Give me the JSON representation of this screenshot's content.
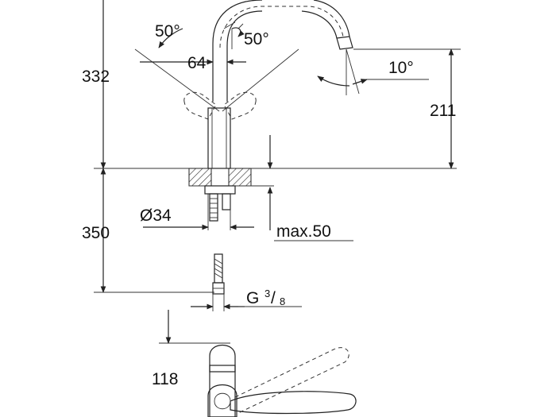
{
  "drawing": {
    "labels": {
      "angle_left": "50°",
      "angle_right": "50°",
      "spacing": "64",
      "angle_spout": "10°",
      "height_total": "332",
      "height_spout": "211",
      "hole_diameter": "Ø34",
      "counter_thickness": "max.50",
      "hose_length": "350",
      "thread_prefix": "G",
      "thread_num": "3",
      "thread_den": "8",
      "reach": "118"
    },
    "colors": {
      "line": "#222222",
      "handle_fill": "#ffffff",
      "background": "#ffffff"
    }
  }
}
